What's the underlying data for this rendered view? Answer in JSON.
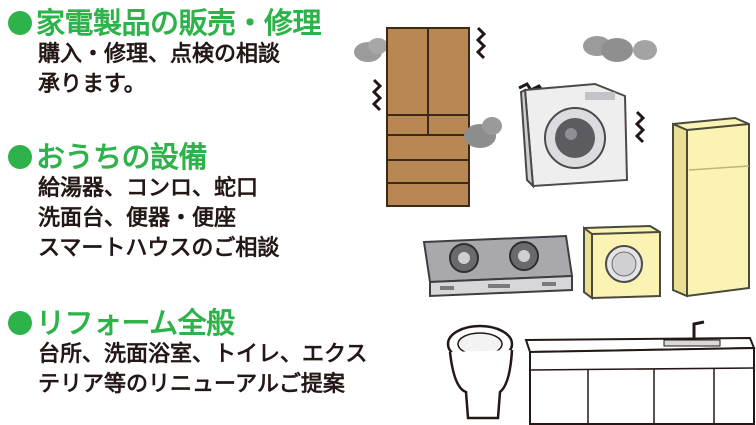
{
  "colors": {
    "accent": "#2eb24a",
    "text": "#231815",
    "wood": "#b98852",
    "cream": "#fbf3b4"
  },
  "sections": [
    {
      "title": "家電製品の販売・修理",
      "lines": [
        "購入・修理、点検の相談",
        "承ります。"
      ]
    },
    {
      "title": "おうちの設備",
      "lines": [
        "給湯器、コンロ、蛇口",
        "洗面台、便器・便座",
        "スマートハウスのご相談"
      ]
    },
    {
      "title": "リフォーム全般",
      "lines": [
        "台所、洗面浴室、トイレ、エクス",
        "テリア等のリニューアルご提案"
      ]
    }
  ],
  "illustrations": [
    "refrigerator-illustration",
    "washing-machine-illustration",
    "gas-stove-illustration",
    "water-heater-illustration",
    "tall-cabinet-illustration",
    "toilet-illustration",
    "kitchen-counter-illustration"
  ]
}
